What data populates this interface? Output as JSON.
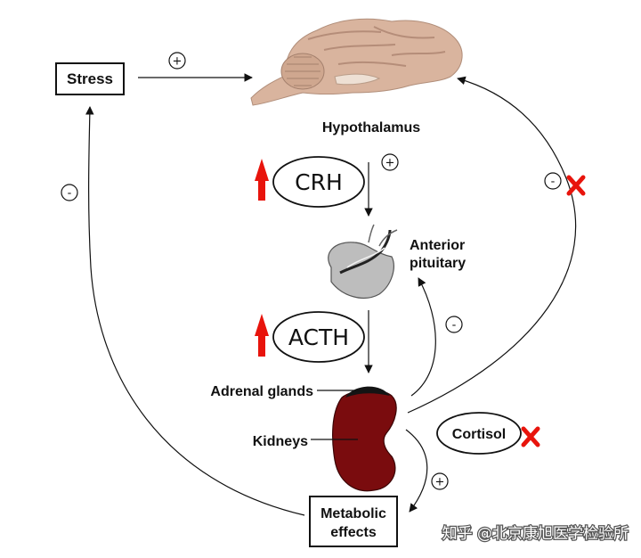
{
  "nodes": {
    "stress": "Stress",
    "hypothalamus": "Hypothalamus",
    "crh": "CRH",
    "anterior_pituitary_line1": "Anterior",
    "anterior_pituitary_line2": "pituitary",
    "acth": "ACTH",
    "adrenal_glands": "Adrenal glands",
    "kidneys": "Kidneys",
    "cortisol": "Cortisol",
    "metabolic_line1": "Metabolic",
    "metabolic_line2": "effects"
  },
  "signs": {
    "stress_to_brain": "+",
    "crh_to_pituitary": "+",
    "cortisol_to_brain": "-",
    "cortisol_to_pituitary": "-",
    "cortisol_to_metabolic": "+",
    "metabolic_to_stress": "-"
  },
  "watermark": "知乎 @北京康旭医学检验所",
  "colors": {
    "up_arrow": "#e8140c",
    "block_x": "#e8140c",
    "kidney": "#7a0c0e",
    "adrenal": "#141414",
    "brain": "#d9b49e"
  },
  "icons": {
    "crh_trend": "up-arrow-icon",
    "acth_trend": "up-arrow-icon",
    "feedback_blocked_brain": "cross-icon",
    "feedback_blocked_cortisol": "cross-icon"
  }
}
